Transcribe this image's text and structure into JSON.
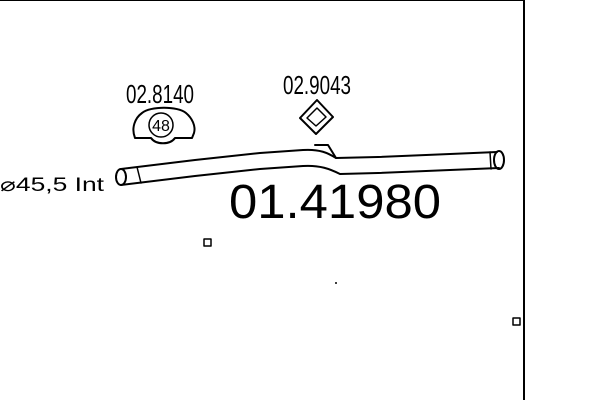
{
  "clamp": {
    "part_number": "02.8140",
    "size": "48"
  },
  "hanger": {
    "part_number": "02.9043"
  },
  "pipe": {
    "part_number": "01.41980",
    "diameter_label": "⌀45,5  Int"
  }
}
